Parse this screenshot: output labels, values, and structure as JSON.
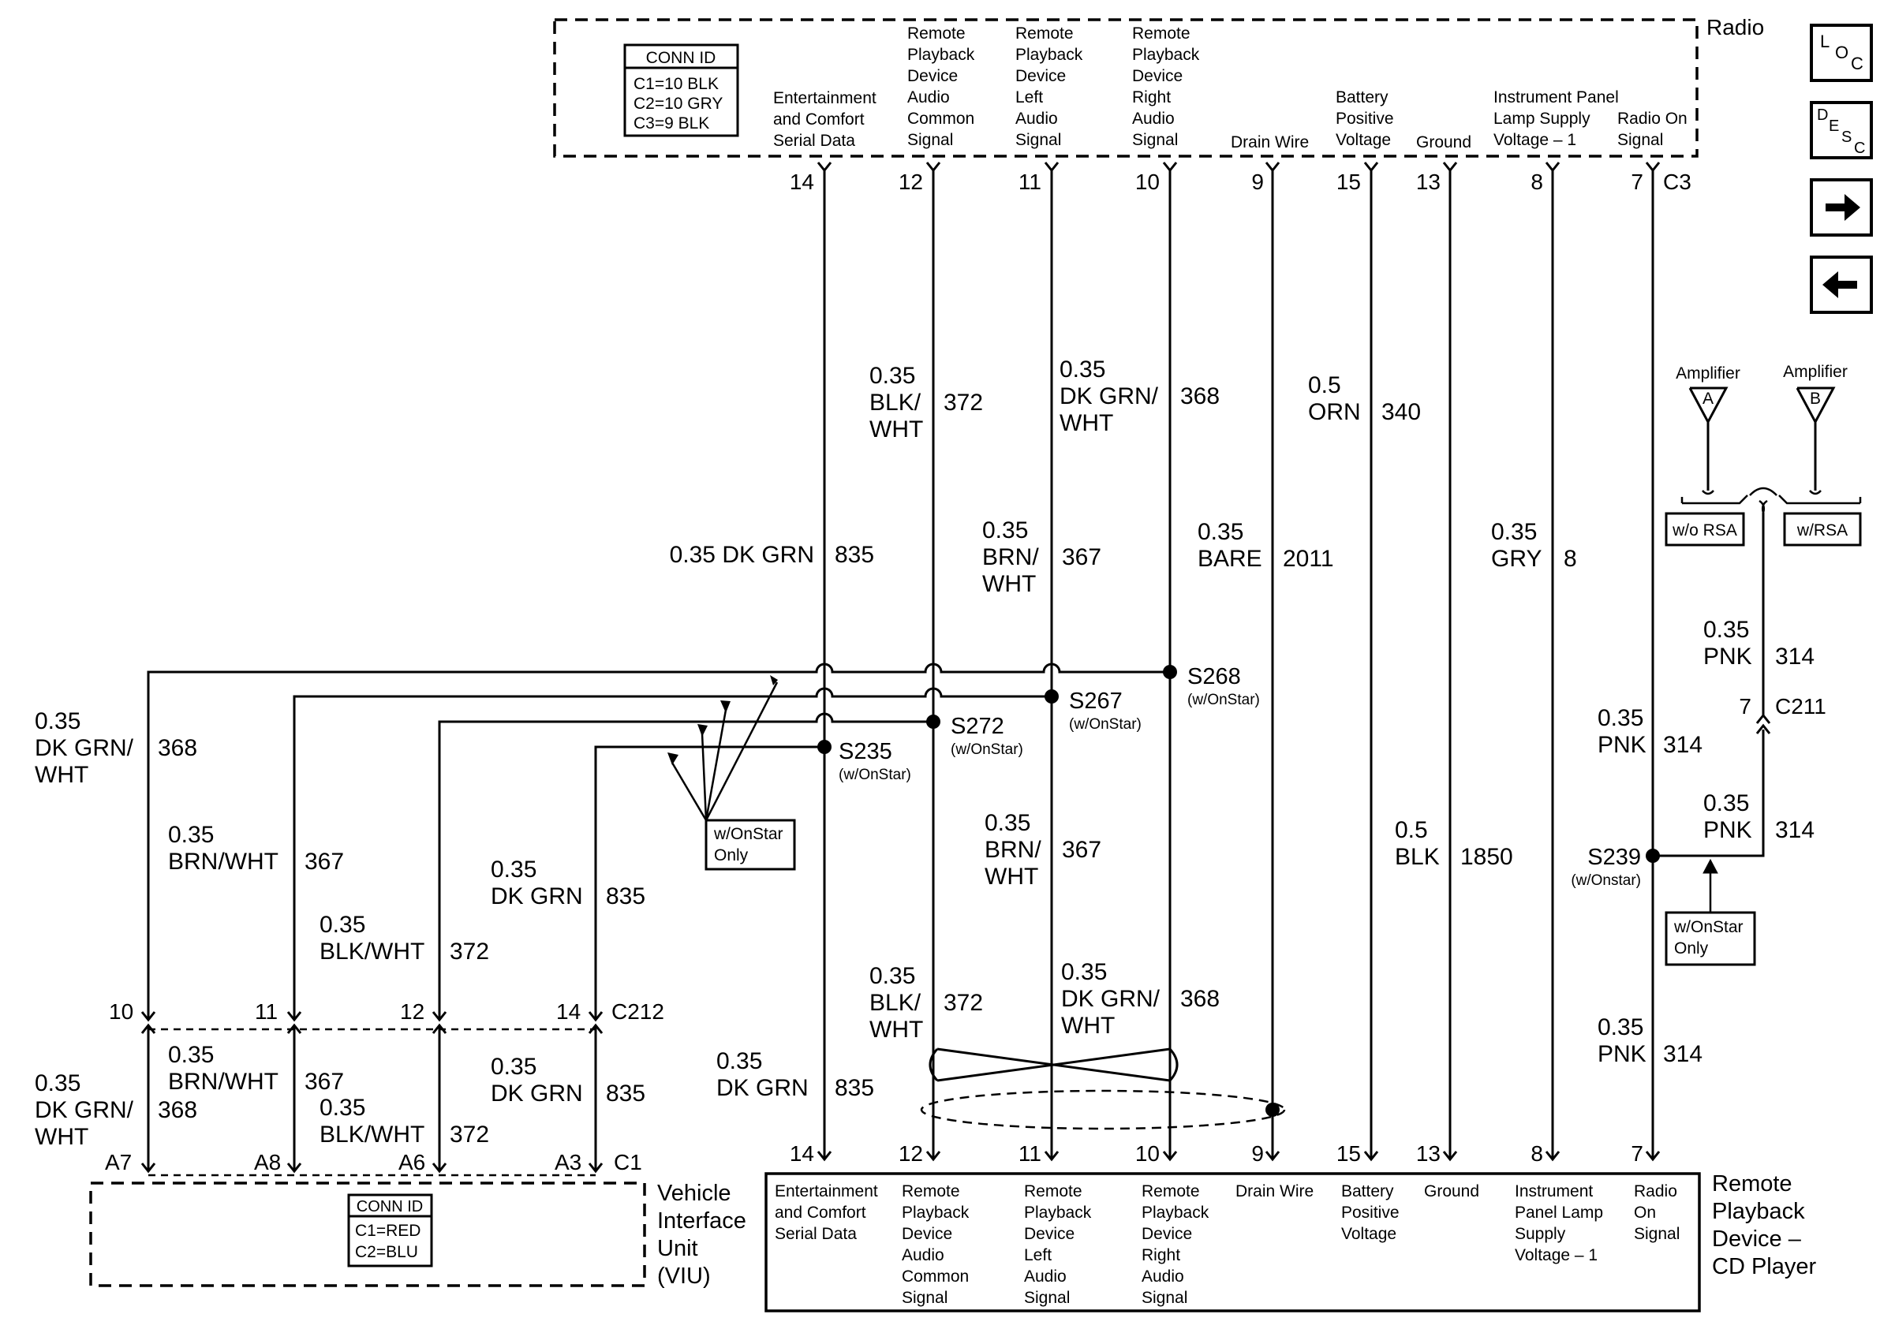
{
  "radio": {
    "name": "Radio",
    "connector": "C3",
    "conn_id": {
      "title": "CONN ID",
      "lines": [
        "C1=10 BLK",
        "C2=10 GRY",
        "C3=9 BLK"
      ]
    },
    "pins": [
      {
        "pin": "14",
        "label": [
          "Entertainment",
          "and Comfort",
          "Serial Data"
        ]
      },
      {
        "pin": "12",
        "label": [
          "Remote",
          "Playback",
          "Device",
          "Audio",
          "Common",
          "Signal"
        ]
      },
      {
        "pin": "11",
        "label": [
          "Remote",
          "Playback",
          "Device",
          "Left",
          "Audio",
          "Signal"
        ]
      },
      {
        "pin": "10",
        "label": [
          "Remote",
          "Playback",
          "Device",
          "Right",
          "Audio",
          "Signal"
        ]
      },
      {
        "pin": "9",
        "label": [
          "Drain Wire"
        ]
      },
      {
        "pin": "15",
        "label": [
          "Battery",
          "Positive",
          "Voltage"
        ]
      },
      {
        "pin": "13",
        "label": [
          "Ground"
        ]
      },
      {
        "pin": "8",
        "label": [
          "Instrument Panel",
          "Lamp Supply",
          "Voltage – 1"
        ]
      },
      {
        "pin": "7",
        "label": [
          "Radio On",
          "Signal"
        ]
      }
    ]
  },
  "cd_player": {
    "name": [
      "Remote",
      "Playback",
      "Device –",
      "CD Player"
    ],
    "pins": [
      {
        "pin": "14",
        "label": [
          "Entertainment",
          "and Comfort",
          "Serial Data"
        ]
      },
      {
        "pin": "12",
        "label": [
          "Remote",
          "Playback",
          "Device",
          "Audio",
          "Common",
          "Signal"
        ]
      },
      {
        "pin": "11",
        "label": [
          "Remote",
          "Playback",
          "Device",
          "Left",
          "Audio",
          "Signal"
        ]
      },
      {
        "pin": "10",
        "label": [
          "Remote",
          "Playback",
          "Device",
          "Right",
          "Audio",
          "Signal"
        ]
      },
      {
        "pin": "9",
        "label": [
          "Drain Wire"
        ]
      },
      {
        "pin": "15",
        "label": [
          "Battery",
          "Positive",
          "Voltage"
        ]
      },
      {
        "pin": "13",
        "label": [
          "Ground"
        ]
      },
      {
        "pin": "8",
        "label": [
          "Instrument",
          "Panel Lamp",
          "Supply",
          "Voltage – 1"
        ]
      },
      {
        "pin": "7",
        "label": [
          "Radio",
          "On",
          "Signal"
        ]
      }
    ]
  },
  "viu": {
    "name": [
      "Vehicle",
      "Interface",
      "Unit",
      "(VIU)"
    ],
    "conn_id": {
      "title": "CONN ID",
      "lines": [
        "C1=RED",
        "C2=BLU"
      ]
    },
    "c212": {
      "connector": "C212",
      "pins": [
        "10",
        "11",
        "12",
        "14"
      ]
    },
    "c1": {
      "connector": "C1",
      "pins": [
        "A7",
        "A8",
        "A6",
        "A3"
      ]
    }
  },
  "wires_upper": [
    {
      "size": "0.35 DK GRN",
      "circuit": "835"
    },
    {
      "size": "0.35",
      "color": [
        "BLK/",
        "WHT"
      ],
      "circuit": "372"
    },
    {
      "size": "0.35",
      "color": [
        "BRN/",
        "WHT"
      ],
      "circuit": "367"
    },
    {
      "size": "0.35",
      "color": [
        "DK GRN/",
        "WHT"
      ],
      "circuit": "368"
    },
    {
      "size": "0.35",
      "color": [
        "BARE"
      ],
      "circuit": "2011"
    },
    {
      "size": "0.5",
      "color": [
        "ORN"
      ],
      "circuit": "340"
    },
    {
      "size": "0.35",
      "color": [
        "GRY"
      ],
      "circuit": "8"
    }
  ],
  "wires_lower": [
    {
      "size": "0.35",
      "color": [
        "DK GRN"
      ],
      "circuit": "835"
    },
    {
      "size": "0.35",
      "color": [
        "BLK/",
        "WHT"
      ],
      "circuit": "372"
    },
    {
      "size": "0.35",
      "color": [
        "BRN/",
        "WHT"
      ],
      "circuit": "367"
    },
    {
      "size": "0.35",
      "color": [
        "DK GRN/",
        "WHT"
      ],
      "circuit": "368"
    },
    {
      "size": "0.5",
      "color": [
        "BLK"
      ],
      "circuit": "1850"
    },
    {
      "size": "0.35",
      "color": [
        "PNK"
      ],
      "circuit": "314"
    }
  ],
  "wires_viu": [
    {
      "size": "0.35",
      "color": [
        "DK GRN/",
        "WHT"
      ],
      "circuit": "368"
    },
    {
      "size": "0.35",
      "color": [
        "BRN/WHT"
      ],
      "circuit": "367"
    },
    {
      "size": "0.35",
      "color": [
        "BLK/WHT"
      ],
      "circuit": "372"
    },
    {
      "size": "0.35",
      "color": [
        "DK GRN"
      ],
      "circuit": "835"
    }
  ],
  "wires_pnk": [
    {
      "size": "0.35",
      "color": [
        "PNK"
      ],
      "circuit": "314"
    },
    {
      "size": "0.35",
      "color": [
        "PNK"
      ],
      "circuit": "314"
    },
    {
      "size": "0.35",
      "color": [
        "PNK"
      ],
      "circuit": "314"
    }
  ],
  "splices": [
    {
      "id": "S268",
      "note": "(w/OnStar)"
    },
    {
      "id": "S267",
      "note": "(w/OnStar)"
    },
    {
      "id": "S272",
      "note": "(w/OnStar)"
    },
    {
      "id": "S235",
      "note": "(w/OnStar)"
    },
    {
      "id": "S239",
      "note": "(w/Onstar)"
    }
  ],
  "notes": {
    "onstar_only": [
      "w/OnStar",
      "Only"
    ],
    "amp_a": "Amplifier",
    "amp_b": "Amplifier",
    "amp_a_letter": "A",
    "amp_b_letter": "B",
    "wo_rsa": "w/o RSA",
    "w_rsa": "w/RSA",
    "c211": "C211",
    "c211_pin": "7"
  },
  "nav": {
    "loc": [
      "L",
      "O",
      "C"
    ],
    "desc": [
      "D",
      "E",
      "S",
      "C"
    ],
    "forward_icon": "arrow-right-icon",
    "back_icon": "arrow-left-icon"
  }
}
